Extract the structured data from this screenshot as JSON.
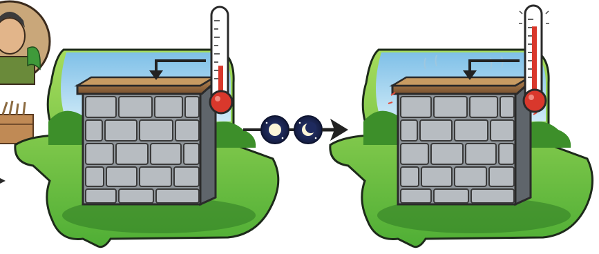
{
  "scenes": [
    {
      "id": "before",
      "state": "cool",
      "thermometer_level": 0.4
    },
    {
      "id": "after",
      "state": "hot",
      "thermometer_level": 0.85
    }
  ],
  "transition": {
    "icons": [
      "full-moon-icon",
      "crescent-moon-icon"
    ],
    "arrow": "right-arrow-icon"
  },
  "colors": {
    "sky": "#8cc9ea",
    "grass_light": "#8ed24f",
    "grass_dark": "#2f8a2a",
    "stone": "#9aa0a6",
    "stone_dark": "#5f6368",
    "wood": "#9a6a3a",
    "mercury": "#d9382c",
    "night": "#1f2a5a"
  }
}
